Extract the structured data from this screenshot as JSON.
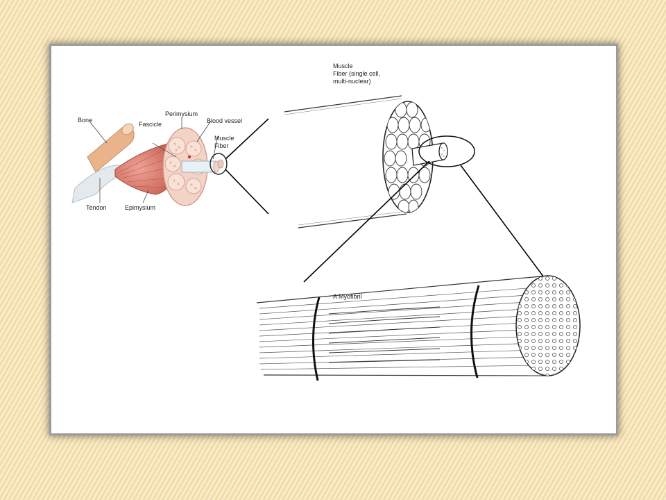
{
  "labels": {
    "bone": "Bone",
    "fascicle": "Fascicle",
    "perimysium": "Perimysium",
    "blood_vessel": "Blood vessel",
    "muscle_fiber_line1": "Muscle",
    "muscle_fiber_line2": "Fiber",
    "tendon": "Tendon",
    "epimysium": "Epimysium",
    "fiber_line1": "Muscle",
    "fiber_line2": "Fiber (single cell,",
    "fiber_line3": "multi-nuclear)",
    "myofibril": "A Myofibril"
  },
  "colors": {
    "muscle": "#d8776a",
    "muscle_dark": "#b9473b",
    "bone": "#e9b48c",
    "tendon": "#e4e9ee"
  }
}
